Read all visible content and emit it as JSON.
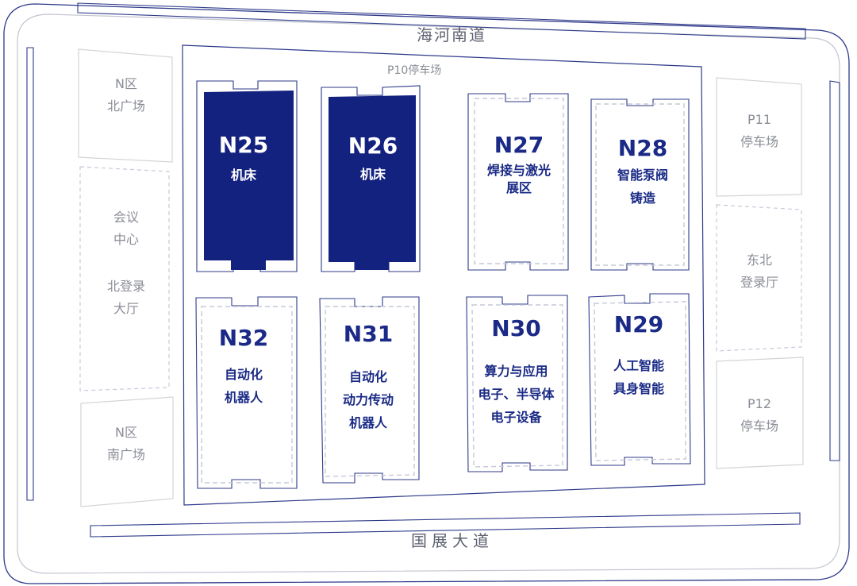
{
  "roads": {
    "north": "海河南道",
    "south": "国展大道"
  },
  "parking": {
    "p10": "P10停车场"
  },
  "left_zones": {
    "north_plaza": [
      "N区",
      "北广场"
    ],
    "conference": [
      "会议",
      "中心"
    ],
    "registration": [
      "北登录",
      "大厅"
    ],
    "south_plaza": [
      "N区",
      "南广场"
    ]
  },
  "right_zones": {
    "p11": [
      "P11",
      "停车场"
    ],
    "northeast_hall": [
      "东北",
      "登录厅"
    ],
    "p12": [
      "P12",
      "停车场"
    ]
  },
  "halls": [
    {
      "id": "N25",
      "lines": [
        "机床"
      ],
      "highlighted": true
    },
    {
      "id": "N26",
      "lines": [
        "机床"
      ],
      "highlighted": true
    },
    {
      "id": "N27",
      "lines": [
        "焊接与激光",
        "展区"
      ],
      "highlighted": false
    },
    {
      "id": "N28",
      "lines": [
        "智能泵阀",
        "铸造"
      ],
      "highlighted": false
    },
    {
      "id": "N32",
      "lines": [
        "自动化",
        "机器人"
      ],
      "highlighted": false
    },
    {
      "id": "N31",
      "lines": [
        "自动化",
        "动力传动",
        "机器人"
      ],
      "highlighted": false
    },
    {
      "id": "N30",
      "lines": [
        "算力与应用",
        "电子、半导体",
        "电子设备"
      ],
      "highlighted": false
    },
    {
      "id": "N29",
      "lines": [
        "人工智能",
        "具身智能"
      ],
      "highlighted": false
    }
  ],
  "colors": {
    "highlight": "#13217f",
    "hall_text": "#1a2a86",
    "outline": "#2a3a8c",
    "gray": "#d3d4d8",
    "dash": "#c6cad8"
  }
}
